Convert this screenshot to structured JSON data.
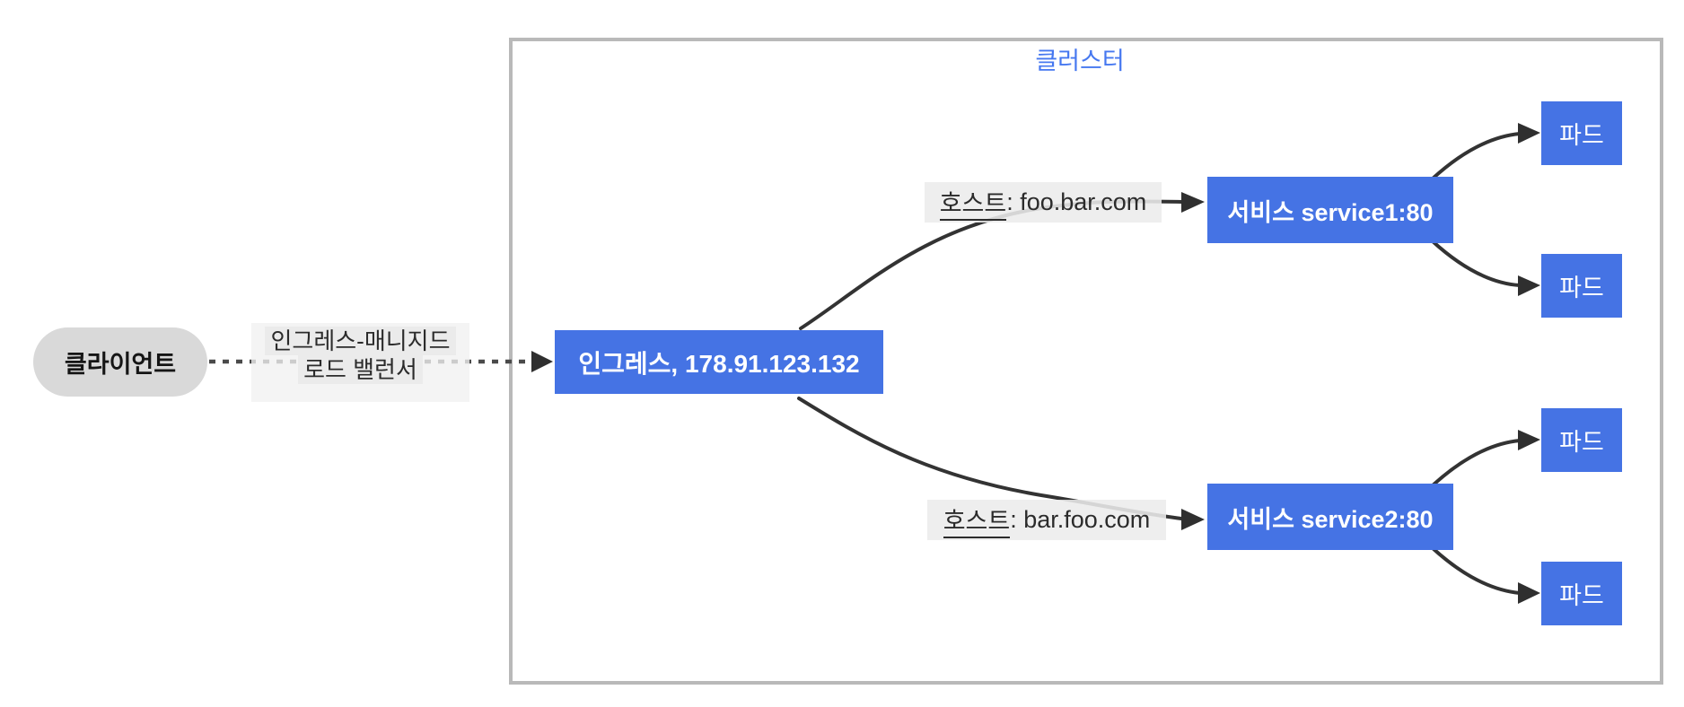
{
  "diagram": {
    "cluster_label": "클러스터",
    "client_label": "클라이언트",
    "load_balancer": {
      "line1": "인그레스-매니지드",
      "line2": "로드 밸런서"
    },
    "ingress_label": "인그레스, 178.91.123.132",
    "routes": [
      {
        "host_prefix": "호스트",
        "host_rest": ": foo.bar.com",
        "service": "서비스 service1:80",
        "pods": [
          "파드",
          "파드"
        ]
      },
      {
        "host_prefix": "호스트",
        "host_rest": ": bar.foo.com",
        "service": "서비스 service2:80",
        "pods": [
          "파드",
          "파드"
        ]
      }
    ],
    "colors": {
      "node_blue": "#4573e4",
      "cluster_label_blue": "#4678f0",
      "cluster_border_gray": "#b9b9b9",
      "client_gray": "#d9d9d9",
      "label_bg_gray": "#ececec",
      "edge_dark": "#333333",
      "text_on_blue": "#ffffff"
    }
  }
}
